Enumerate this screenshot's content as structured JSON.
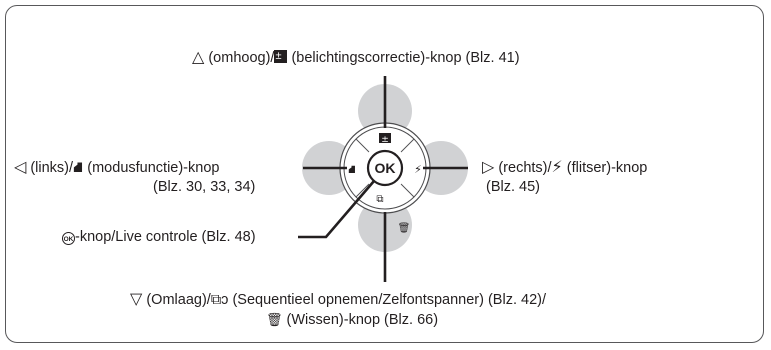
{
  "labels": {
    "up": {
      "icon_triangle": "△",
      "text_a": " (omhoog)/",
      "text_b": " (belichtingscorrectie)-knop (Blz. 41)"
    },
    "left": {
      "icon_triangle": "◁",
      "text_a": " (links)/",
      "icon_mode": "⛘",
      "text_b": " (modusfunctie)-knop",
      "line2": "(Blz. 30, 33, 34)"
    },
    "right": {
      "icon_triangle": "▷",
      "text_a": " (rechts)/",
      "icon_bolt": "⚡",
      "text_b": " (flitser)-knop",
      "line2": "(Blz. 45)"
    },
    "ok": {
      "icon_ok": "OK",
      "text": "-knop/Live controle (Blz. 48)"
    },
    "down": {
      "icon_triangle": "▽",
      "text_a": " (Omlaag)/",
      "icon_seq": "⧉",
      "icon_timer": "ↄ",
      "text_b": " (Sequentieel opnemen/Zelfontspanner) (Blz. 42)/",
      "icon_trash": "🗑",
      "line2": " (Wissen)-knop (Blz. 66)"
    }
  },
  "dial": {
    "center_label": "OK",
    "up_glyph": "±",
    "left_glyph": "⛘",
    "right_glyph": "⚡",
    "down_glyph": "⧉",
    "trash_glyph": "🗑"
  },
  "colors": {
    "line": "#231f20",
    "dial_ring": "#4d4d4f",
    "lobe": "#d1d2d4",
    "frame": "#58585a"
  }
}
